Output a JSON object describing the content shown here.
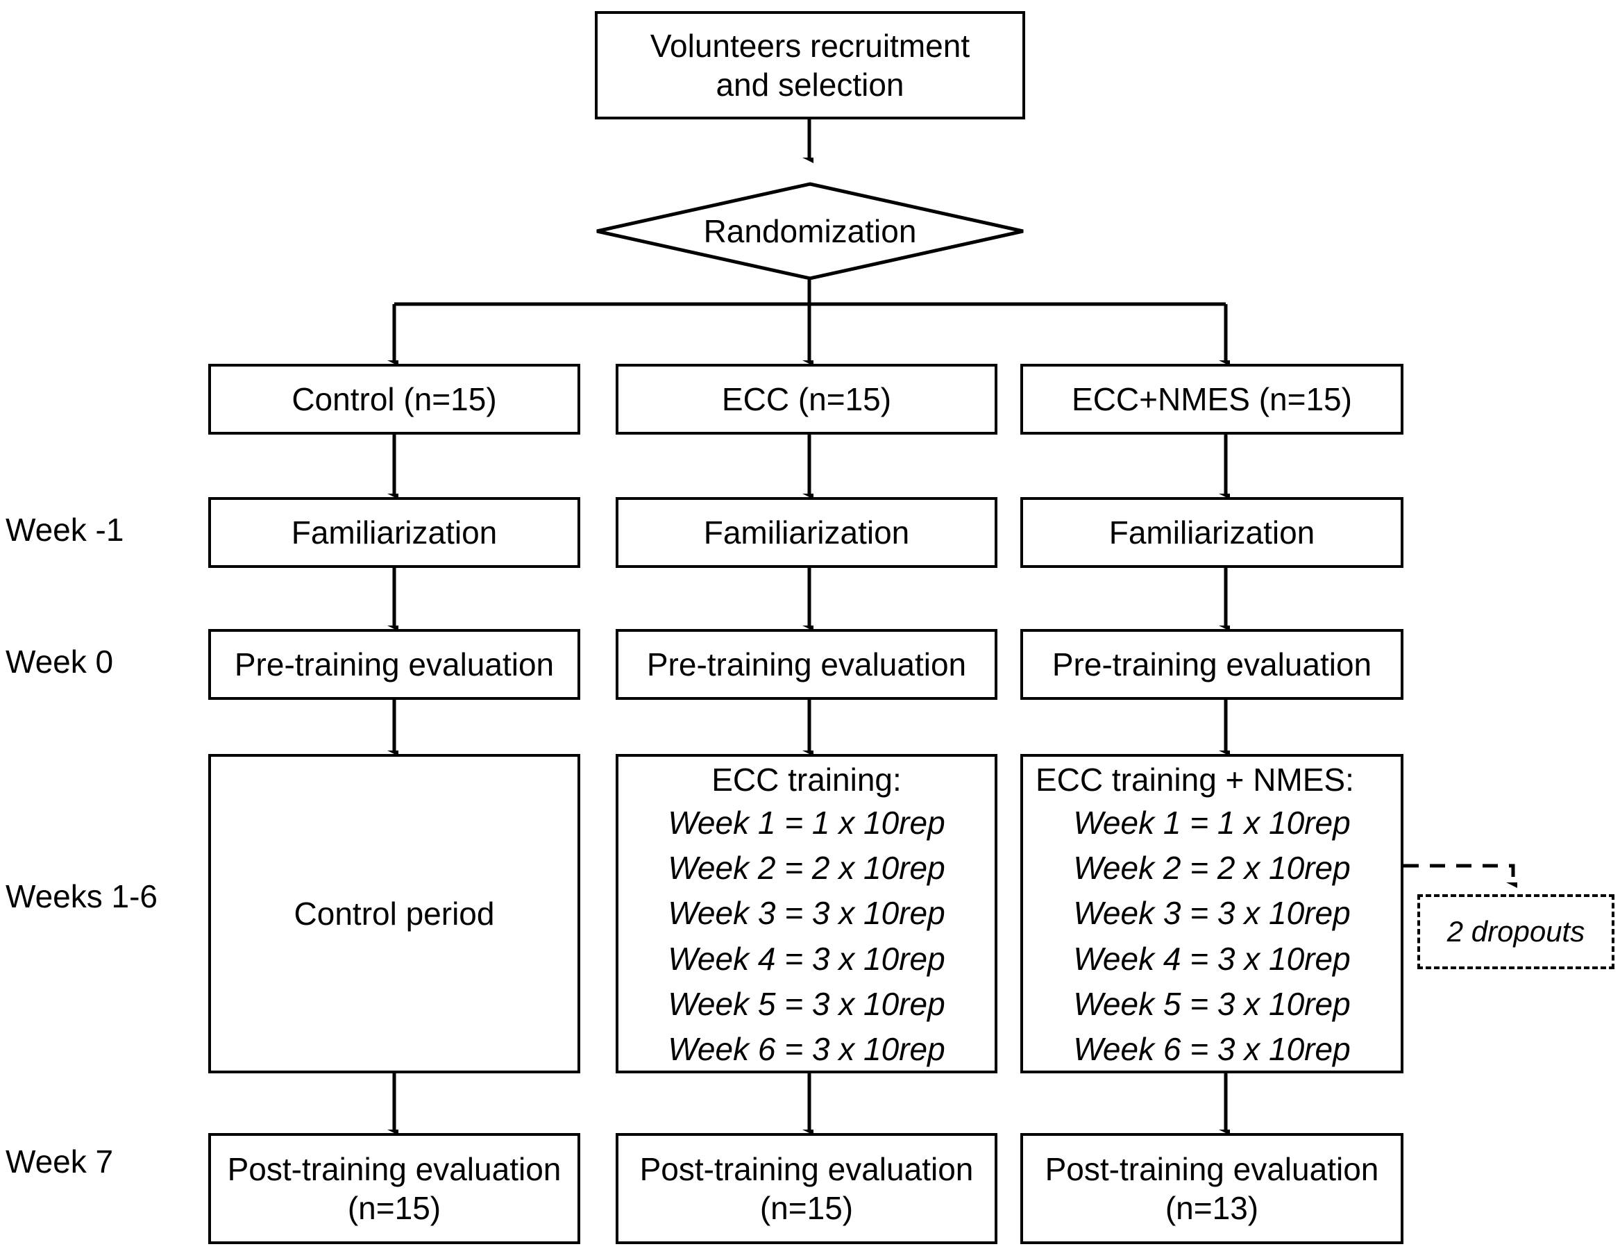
{
  "figure": {
    "type": "study-flow-diagram",
    "title_text": "",
    "accent_color": "#000000",
    "background_color": "#ffffff"
  },
  "top": {
    "recruitment_line1": "Volunteers recruitment",
    "recruitment_line2": "and selection",
    "randomization": "Randomization"
  },
  "timeline_labels": [
    {
      "label": "Week -1"
    },
    {
      "label": "Week 0"
    },
    {
      "label": "Weeks 1-6"
    },
    {
      "label": "Week 7"
    }
  ],
  "groups": [
    {
      "id": "control",
      "header": "Control (n=15)",
      "familiarization": "Familiarization",
      "pre_training": "Pre-training evaluation",
      "intervention_title": "",
      "intervention_body": "Control period",
      "intervention_lines": [],
      "post_training_line1": "Post-training evaluation",
      "post_training_line2": "(n=15)"
    },
    {
      "id": "ecc",
      "header": "ECC (n=15)",
      "familiarization": "Familiarization",
      "pre_training": "Pre-training evaluation",
      "intervention_title": "ECC training:",
      "intervention_body": "",
      "intervention_lines": [
        "Week 1 = 1 x 10rep",
        "Week 2 = 2 x 10rep",
        "Week 3 = 3 x 10rep",
        "Week 4 = 3 x 10rep",
        "Week 5 = 3 x 10rep",
        "Week 6 = 3 x 10rep"
      ],
      "post_training_line1": "Post-training evaluation",
      "post_training_line2": "(n=15)"
    },
    {
      "id": "ecc-nmes",
      "header": "ECC+NMES (n=15)",
      "familiarization": "Familiarization",
      "pre_training": "Pre-training evaluation",
      "intervention_title": "ECC training + NMES:",
      "intervention_body": "",
      "intervention_lines": [
        "Week 1 = 1 x 10rep",
        "Week 2 = 2 x 10rep",
        "Week 3 = 3 x 10rep",
        "Week 4 = 3 x 10rep",
        "Week 5 = 3 x 10rep",
        "Week 6 = 3 x 10rep"
      ],
      "post_training_line1": "Post-training evaluation",
      "post_training_line2": "(n=13)"
    }
  ],
  "annotations": {
    "dropouts": "2 dropouts"
  }
}
